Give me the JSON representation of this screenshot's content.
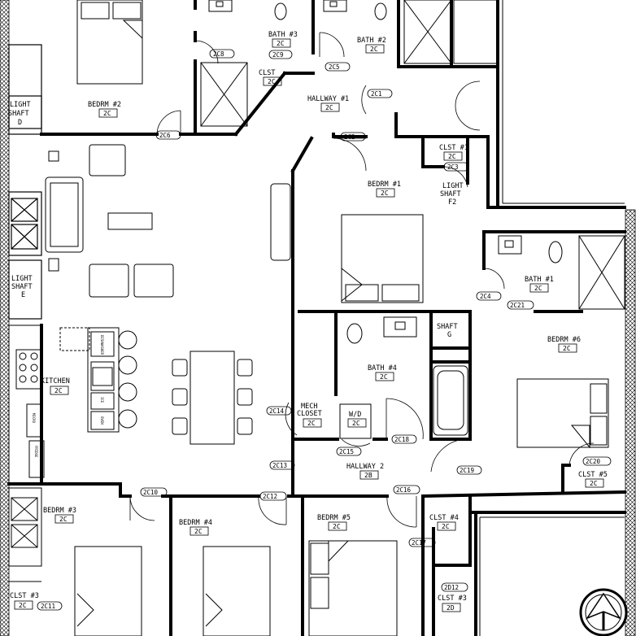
{
  "rooms": {
    "bath3": {
      "name": "BATH #3",
      "code": "2C"
    },
    "bath2": {
      "name": "BATH #2",
      "code": "2C"
    },
    "clst_upper": {
      "name": "CLST",
      "code": "2C"
    },
    "hallway1": {
      "name": "HALLWAY #1",
      "code": "2C"
    },
    "bedrm2": {
      "name": "BEDRM #2",
      "code": "2C"
    },
    "light_shaft_d": {
      "name": [
        "LIGHT",
        "SHAFT",
        "D"
      ]
    },
    "clst1": {
      "name": "CLST #1",
      "code": "2C"
    },
    "bedrm1": {
      "name": "BEDRM #1",
      "code": "2C"
    },
    "light_shaft_f2": {
      "name": [
        "LIGHT",
        "SHAFT",
        "F2"
      ]
    },
    "bath1": {
      "name": "BATH #1",
      "code": "2C"
    },
    "light_shaft_e": {
      "name": [
        "LIGHT",
        "SHAFT",
        "E"
      ]
    },
    "shaft_g": {
      "name": [
        "SHAFT",
        "G"
      ]
    },
    "bath4": {
      "name": "BATH #4",
      "code": "2C"
    },
    "bedrm6": {
      "name": "BEDRM #6",
      "code": "2C"
    },
    "kitchen": {
      "name": "KITCHEN",
      "code": "2C"
    },
    "mech_closet": {
      "name": [
        "MECH",
        "CLOSET"
      ],
      "code": "2C"
    },
    "wd": {
      "name": "W/D",
      "code": "2C"
    },
    "hallway2": {
      "name": "HALLWAY 2",
      "code": "2B"
    },
    "clst5": {
      "name": "CLST #5",
      "code": "2C"
    },
    "bedrm3": {
      "name": "BEDRM #3",
      "code": "2C"
    },
    "bedrm4": {
      "name": "BEDRM #4",
      "code": "2C"
    },
    "bedrm5": {
      "name": "BEDRM #5",
      "code": "2C"
    },
    "clst4": {
      "name": "CLST #4",
      "code": "2C"
    },
    "clst3_lower": {
      "name": "CLST #3",
      "code": "2D"
    },
    "clst_left": {
      "name": "CLST #3",
      "code": "2C"
    }
  },
  "doors": {
    "d2c8": "2C8",
    "d2c9": "2C9",
    "d2c5": "2C5",
    "d2c1": "2C1",
    "d2c6": "2C6",
    "d2c2": "2C2",
    "d2c3": "2C3",
    "d2c4": "2C4",
    "d2c21": "2C21",
    "d2c14": "2C14",
    "d2c15": "2C15",
    "d2c13": "2C13",
    "d2c18": "2C18",
    "d2c19": "2C19",
    "d2c20": "2C20",
    "d2c16": "2C16",
    "d2c10": "2C10",
    "d2c12": "2C12",
    "d2c17": "2C17",
    "d2d12": "2D12",
    "d2c11": "2C11"
  },
  "appliances": [
    "DISHWASHER",
    "ICE",
    "OVEN",
    "MICRO",
    "FRIDGE"
  ]
}
